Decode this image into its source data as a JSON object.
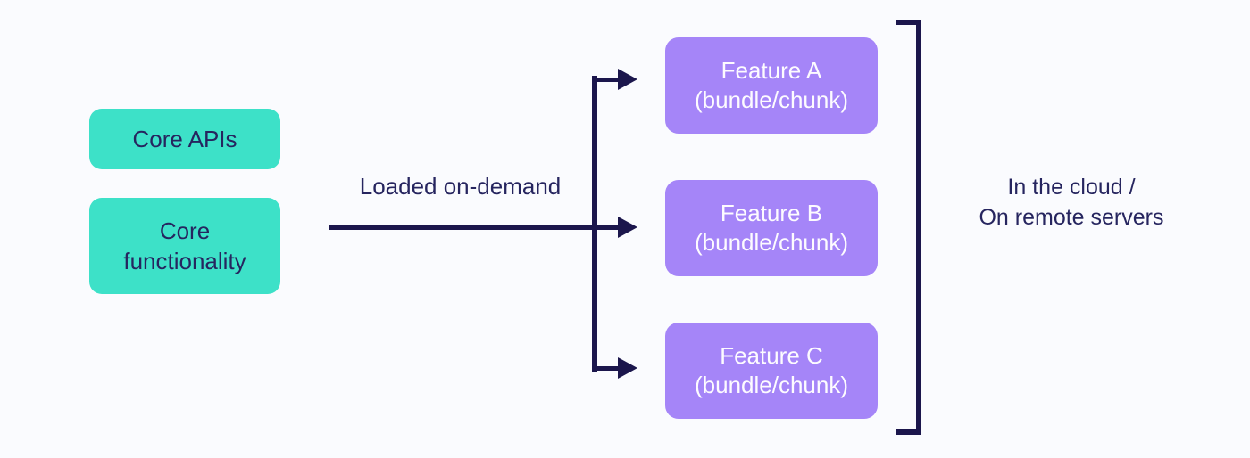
{
  "colors": {
    "bg": "#FAFBFE",
    "teal": "#3DE1C8",
    "purple": "#A585F8",
    "navy-line": "#1B164C",
    "navy-text": "#26255F",
    "white-text": "#FDFBFF"
  },
  "diagram": {
    "core_boxes": [
      {
        "label": "Core APIs"
      },
      {
        "label": "Core functionality"
      }
    ],
    "arrow": {
      "label": "Loaded on-demand"
    },
    "features": [
      {
        "title": "Feature A",
        "subtitle": "(bundle/chunk)"
      },
      {
        "title": "Feature B",
        "subtitle": "(bundle/chunk)"
      },
      {
        "title": "Feature C",
        "subtitle": "(bundle/chunk)"
      }
    ],
    "bracket_note": {
      "line1": "In the cloud /",
      "line2": "On remote servers"
    }
  }
}
